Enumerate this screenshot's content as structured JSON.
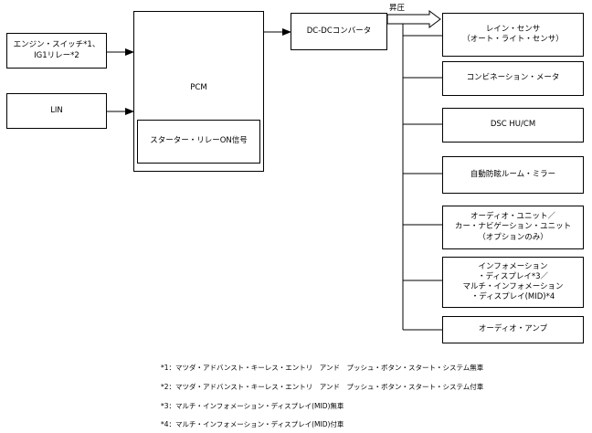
{
  "inputs": {
    "engine_switch": "エンジン・スイッチ*1、\nIG1リレー*2",
    "lin": "LIN"
  },
  "pcm": {
    "label": "PCM",
    "starter_signal": "スターター・リレーON信号"
  },
  "converter": "DC-DCコンバータ",
  "boost_label": "昇圧",
  "outputs": [
    "レイン・センサ\n（オート・ライト・センサ）",
    "コンビネーション・メータ",
    "DSC HU/CM",
    "自動防眩ルーム・ミラー",
    "オーディオ・ユニット／\nカー・ナビゲーション・ユニット\n（オプションのみ）",
    "インフォメーション\n・ディスプレイ*3／\nマルチ・インフォメーション\n・ディスプレイ(MID)*4",
    "オーディオ・アンプ"
  ],
  "notes": [
    "*1：マツダ・アドバンスト・キーレス・エントリ　アンド　プッシュ・ボタン・スタート・システム無車",
    "*2：マツダ・アドバンスト・キーレス・エントリ　アンド　プッシュ・ボタン・スタート・システム付車",
    "*3：マルチ・インフォメーション・ディスプレイ(MID)無車",
    "*4：マルチ・インフォメーション・ディスプレイ(MID)付車"
  ]
}
